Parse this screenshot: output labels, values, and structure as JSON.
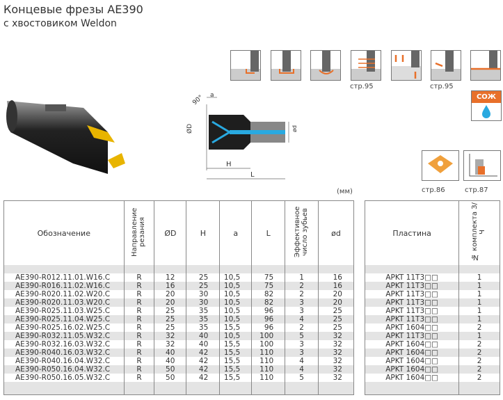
{
  "title": "Концевые фрезы AE390",
  "subtitle": "с хвостовиком Weldon",
  "page_refs": {
    "helical": "стр.95",
    "ramping": "стр.95",
    "insert": "стр.86",
    "cutting": "стр.87"
  },
  "coolant_label": "СОЖ",
  "units": "(мм)",
  "drawing_labels": {
    "angle": "90°",
    "a": "a",
    "D": "ØD",
    "H": "H",
    "L": "L",
    "d": "ød"
  },
  "colors": {
    "accent": "#e8702a",
    "coolant": "#29a9e0"
  },
  "main_table": {
    "headers": [
      "Обозначение",
      "Направление резания",
      "ØD",
      "H",
      "a",
      "L",
      "Эффективное число зубьев",
      "ød"
    ],
    "rows": [
      [
        "AE390-R012.11.01.W16.C",
        "R",
        "12",
        "25",
        "10,5",
        "75",
        "1",
        "16"
      ],
      [
        "AE390-R016.11.02.W16.C",
        "R",
        "16",
        "25",
        "10,5",
        "75",
        "2",
        "16"
      ],
      [
        "AE390-R020.11.02.W20.C",
        "R",
        "20",
        "30",
        "10,5",
        "82",
        "2",
        "20"
      ],
      [
        "AE390-R020.11.03.W20.C",
        "R",
        "20",
        "30",
        "10,5",
        "82",
        "3",
        "20"
      ],
      [
        "AE390-R025.11.03.W25.C",
        "R",
        "25",
        "35",
        "10,5",
        "96",
        "3",
        "25"
      ],
      [
        "AE390-R025.11.04.W25.C",
        "R",
        "25",
        "35",
        "10,5",
        "96",
        "4",
        "25"
      ],
      [
        "AE390-R025.16.02.W25.C",
        "R",
        "25",
        "35",
        "15,5",
        "96",
        "2",
        "25"
      ],
      [
        "AE390-R032.11.05.W32.C",
        "R",
        "32",
        "40",
        "10,5",
        "100",
        "5",
        "32"
      ],
      [
        "AE390-R032.16.03.W32.C",
        "R",
        "32",
        "40",
        "15,5",
        "100",
        "3",
        "32"
      ],
      [
        "AE390-R040.16.03.W32.C",
        "R",
        "40",
        "42",
        "15,5",
        "110",
        "3",
        "32"
      ],
      [
        "AE390-R040.16.04.W32.C",
        "R",
        "40",
        "42",
        "15,5",
        "110",
        "4",
        "32"
      ],
      [
        "AE390-R050.16.04.W32.C",
        "R",
        "50",
        "42",
        "15,5",
        "110",
        "4",
        "32"
      ],
      [
        "AE390-R050.16.05.W32.C",
        "R",
        "50",
        "42",
        "15,5",
        "110",
        "5",
        "32"
      ]
    ]
  },
  "insert_table": {
    "headers": [
      "Пластина",
      "№ комплекта З/Ч"
    ],
    "rows": [
      [
        "APKT 11T3□□",
        "1"
      ],
      [
        "APKT 11T3□□",
        "1"
      ],
      [
        "APKT 11T3□□",
        "1"
      ],
      [
        "APKT 11T3□□",
        "1"
      ],
      [
        "APKT 11T3□□",
        "1"
      ],
      [
        "APKT 11T3□□",
        "1"
      ],
      [
        "APKT 1604□□",
        "2"
      ],
      [
        "APKT 11T3□□",
        "1"
      ],
      [
        "APKT 1604□□",
        "2"
      ],
      [
        "APKT 1604□□",
        "2"
      ],
      [
        "APKT 1604□□",
        "2"
      ],
      [
        "APKT 1604□□",
        "2"
      ],
      [
        "APKT 1604□□",
        "2"
      ]
    ]
  }
}
